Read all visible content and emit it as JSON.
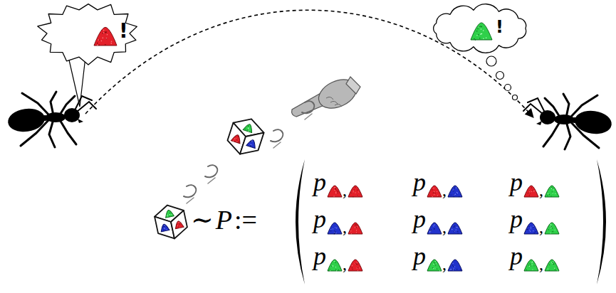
{
  "diagram": {
    "nodes": [
      {
        "text": [
          "!"
        ]
      },
      {
        "text": [
          "!"
        ]
      }
    ],
    "labels": [
      "∼",
      "P",
      ":=",
      "p",
      ",",
      "p",
      ",",
      "p",
      ",",
      "p",
      ",",
      "p",
      ",",
      "p",
      ",",
      "p",
      ",",
      "p",
      ",",
      "p",
      ","
    ]
  }
}
